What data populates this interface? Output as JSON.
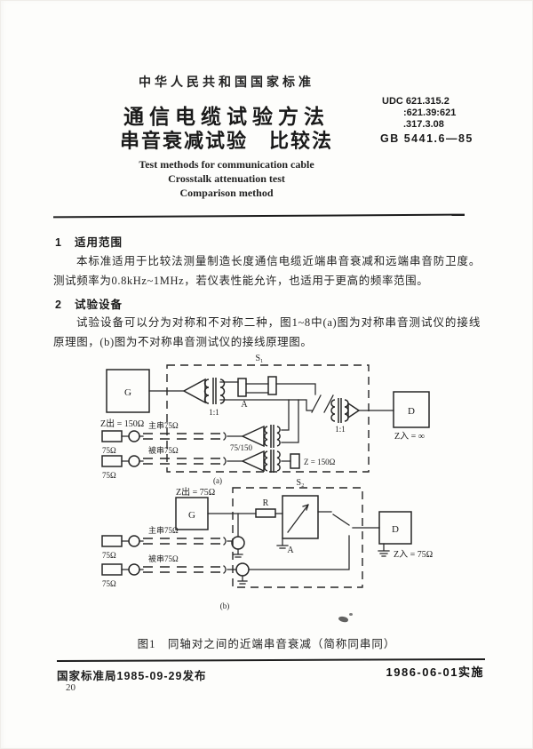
{
  "document": {
    "header": {
      "authority_line": "中华人民共和国国家标准",
      "title_line1": "通信电缆试验方法",
      "title_line2": "串音衰减试验　比较法",
      "udc": {
        "line1": "UDC 621.315.2",
        "line2": ":621.39:621",
        "line3": ".317.3.08"
      },
      "standard_code": "GB 5441.6—85",
      "english_title": {
        "line1": "Test methods for communication cable",
        "line2": "Crosstalk attenuation test",
        "line3": "Comparison method"
      }
    },
    "section1": {
      "number": "1",
      "heading": "适用范围",
      "body": "本标准适用于比较法测量制造长度通信电缆近端串音衰减和远端串音防卫度。测试频率为0.8kHz~1MHz，若仪表性能允许，也适用于更高的频率范围。"
    },
    "section2": {
      "number": "2",
      "heading": "试验设备",
      "body": "试验设备可以分为对称和不对称二种，图1~8中(a)图为对称串音测试仪的接线原理图，(b)图为不对称串音测试仪的接线原理图。"
    },
    "figure": {
      "caption": "图1　同轴对之间的近端串音衰减（简称同串同）",
      "diagram_a": {
        "label": "(a)",
        "loop_label": "S₁",
        "generator_label": "G",
        "generator_impedance": "Z出 = 150Ω",
        "input_transformer_ratio": "1:1",
        "attenuator_label": "A",
        "output_transformer_ratio": "1:1",
        "detector_label": "D",
        "detector_impedance": "Z入 = ∞",
        "disturbing_pair_label": "主串75Ω",
        "disturbed_pair_label": "被串75Ω",
        "terminator1_label": "75Ω",
        "terminator2_label": "75Ω",
        "balun_ratio": "75/150",
        "load_label": "Z = 150Ω"
      },
      "diagram_b": {
        "label": "(b)",
        "loop_label": "S₂",
        "generator_label": "G",
        "generator_impedance": "Z出 = 75Ω",
        "series_resistor_label": "R",
        "attenuator_label": "A",
        "detector_label": "D",
        "detector_impedance": "Z入 = 75Ω",
        "disturbing_pair_label": "主串75Ω",
        "disturbed_pair_label": "被串75Ω",
        "terminator1_label": "75Ω",
        "terminator2_label": "75Ω"
      }
    },
    "footer": {
      "issued_text": "国家标准局1985-09-29发布",
      "effective_text": "1986-06-01实施",
      "page_number": "20"
    }
  }
}
